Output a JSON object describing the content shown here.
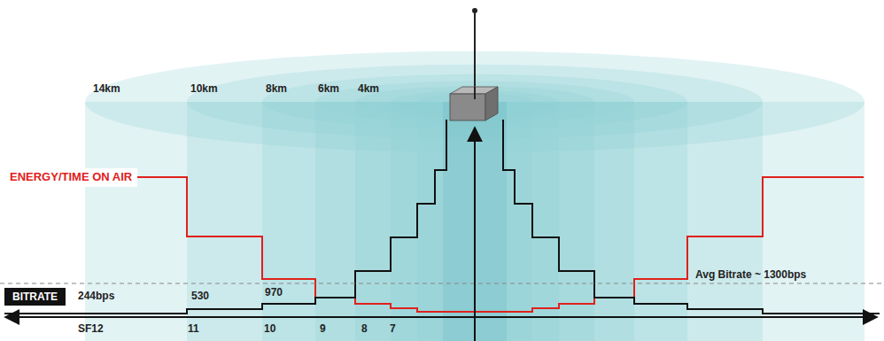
{
  "diagram": {
    "nodes": [
      {
        "text": [
          "BITRATE"
        ]
      }
    ],
    "labels": [
      "14km",
      "10km",
      "8km",
      "6km",
      "4km",
      "ENERGY/TIME ON AIR",
      "244bps",
      "530",
      "970",
      "Avg Bitrate ~ 1300bps",
      "SF12",
      "11",
      "10",
      "9",
      "8",
      "7"
    ]
  }
}
